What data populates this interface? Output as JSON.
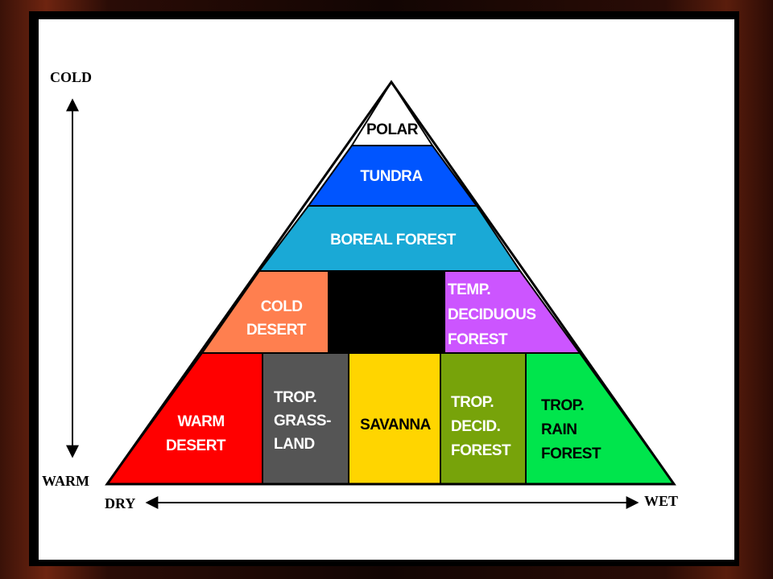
{
  "axes": {
    "top_label": "COLD",
    "bottom_label": "WARM",
    "left_label": "DRY",
    "right_label": "WET"
  },
  "biomes": {
    "polar": {
      "lines": [
        "POLAR"
      ],
      "fill": "#ffffff",
      "text_color": "#000000"
    },
    "tundra": {
      "lines": [
        "TUNDRA"
      ],
      "fill": "#0055ff",
      "text_color": "#ffffff"
    },
    "boreal_forest": {
      "lines": [
        "BOREAL FOREST"
      ],
      "fill": "#1aa9d6",
      "text_color": "#ffffff"
    },
    "cold_desert": {
      "lines": [
        "COLD",
        "DESERT"
      ],
      "fill": "#ff7f4f",
      "text_color": "#ffffff"
    },
    "unlabeled_cell": {
      "fill": "#000000"
    },
    "temp_deciduous_forest": {
      "lines": [
        "TEMP.",
        "DECIDUOUS",
        "FOREST"
      ],
      "fill": "#cc55ff",
      "text_color": "#ffffff"
    },
    "warm_desert": {
      "lines": [
        "WARM",
        "DESERT"
      ],
      "fill": "#ff0000",
      "text_color": "#ffffff"
    },
    "trop_grassland": {
      "lines": [
        "TROP.",
        "GRASS-",
        "LAND"
      ],
      "fill": "#555555",
      "text_color": "#ffffff"
    },
    "savanna": {
      "lines": [
        "SAVANNA"
      ],
      "fill": "#ffd500",
      "text_color": "#000000"
    },
    "trop_decid_forest": {
      "lines": [
        "TROP.",
        "DECID.",
        "FOREST"
      ],
      "fill": "#77a30a",
      "text_color": "#ffffff"
    },
    "trop_rain_forest": {
      "lines": [
        "TROP.",
        "RAIN",
        "FOREST"
      ],
      "fill": "#00e54c",
      "text_color": "#000000"
    }
  }
}
